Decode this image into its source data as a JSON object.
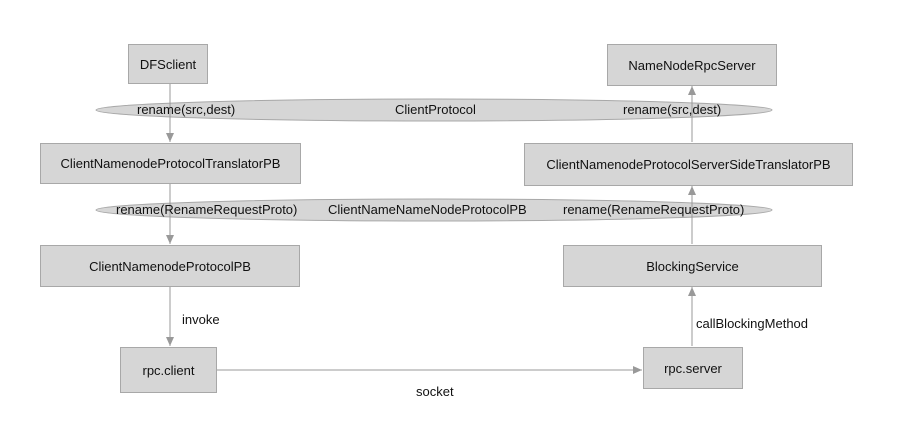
{
  "nodes": {
    "dfsclient": "DFSclient",
    "namenode_rpc_server": "NameNodeRpcServer",
    "client_translator_pb": "ClientNamenodeProtocolTranslatorPB",
    "server_translator_pb": "ClientNamenodeProtocolServerSideTranslatorPB",
    "client_protocol_pb": "ClientNamenodeProtocolPB",
    "blocking_service": "BlockingService",
    "rpc_client": "rpc.client",
    "rpc_server": "rpc.server"
  },
  "protocols": {
    "client_protocol": {
      "name": "ClientProtocol",
      "left_call": "rename(src,dest)",
      "right_call": "rename(src,dest)"
    },
    "pb_protocol": {
      "name": "ClientNameNameNodeProtocolPB",
      "left_call": "rename(RenameRequestProto)",
      "right_call": "rename(RenameRequestProto)"
    }
  },
  "edge_labels": {
    "invoke": "invoke",
    "call_blocking_method": "callBlockingMethod",
    "socket": "socket"
  },
  "colors": {
    "box_fill": "#d6d6d6",
    "box_border": "#a8a8a8",
    "ellipse_fill": "#d6d6d6",
    "arrow": "#999999"
  }
}
